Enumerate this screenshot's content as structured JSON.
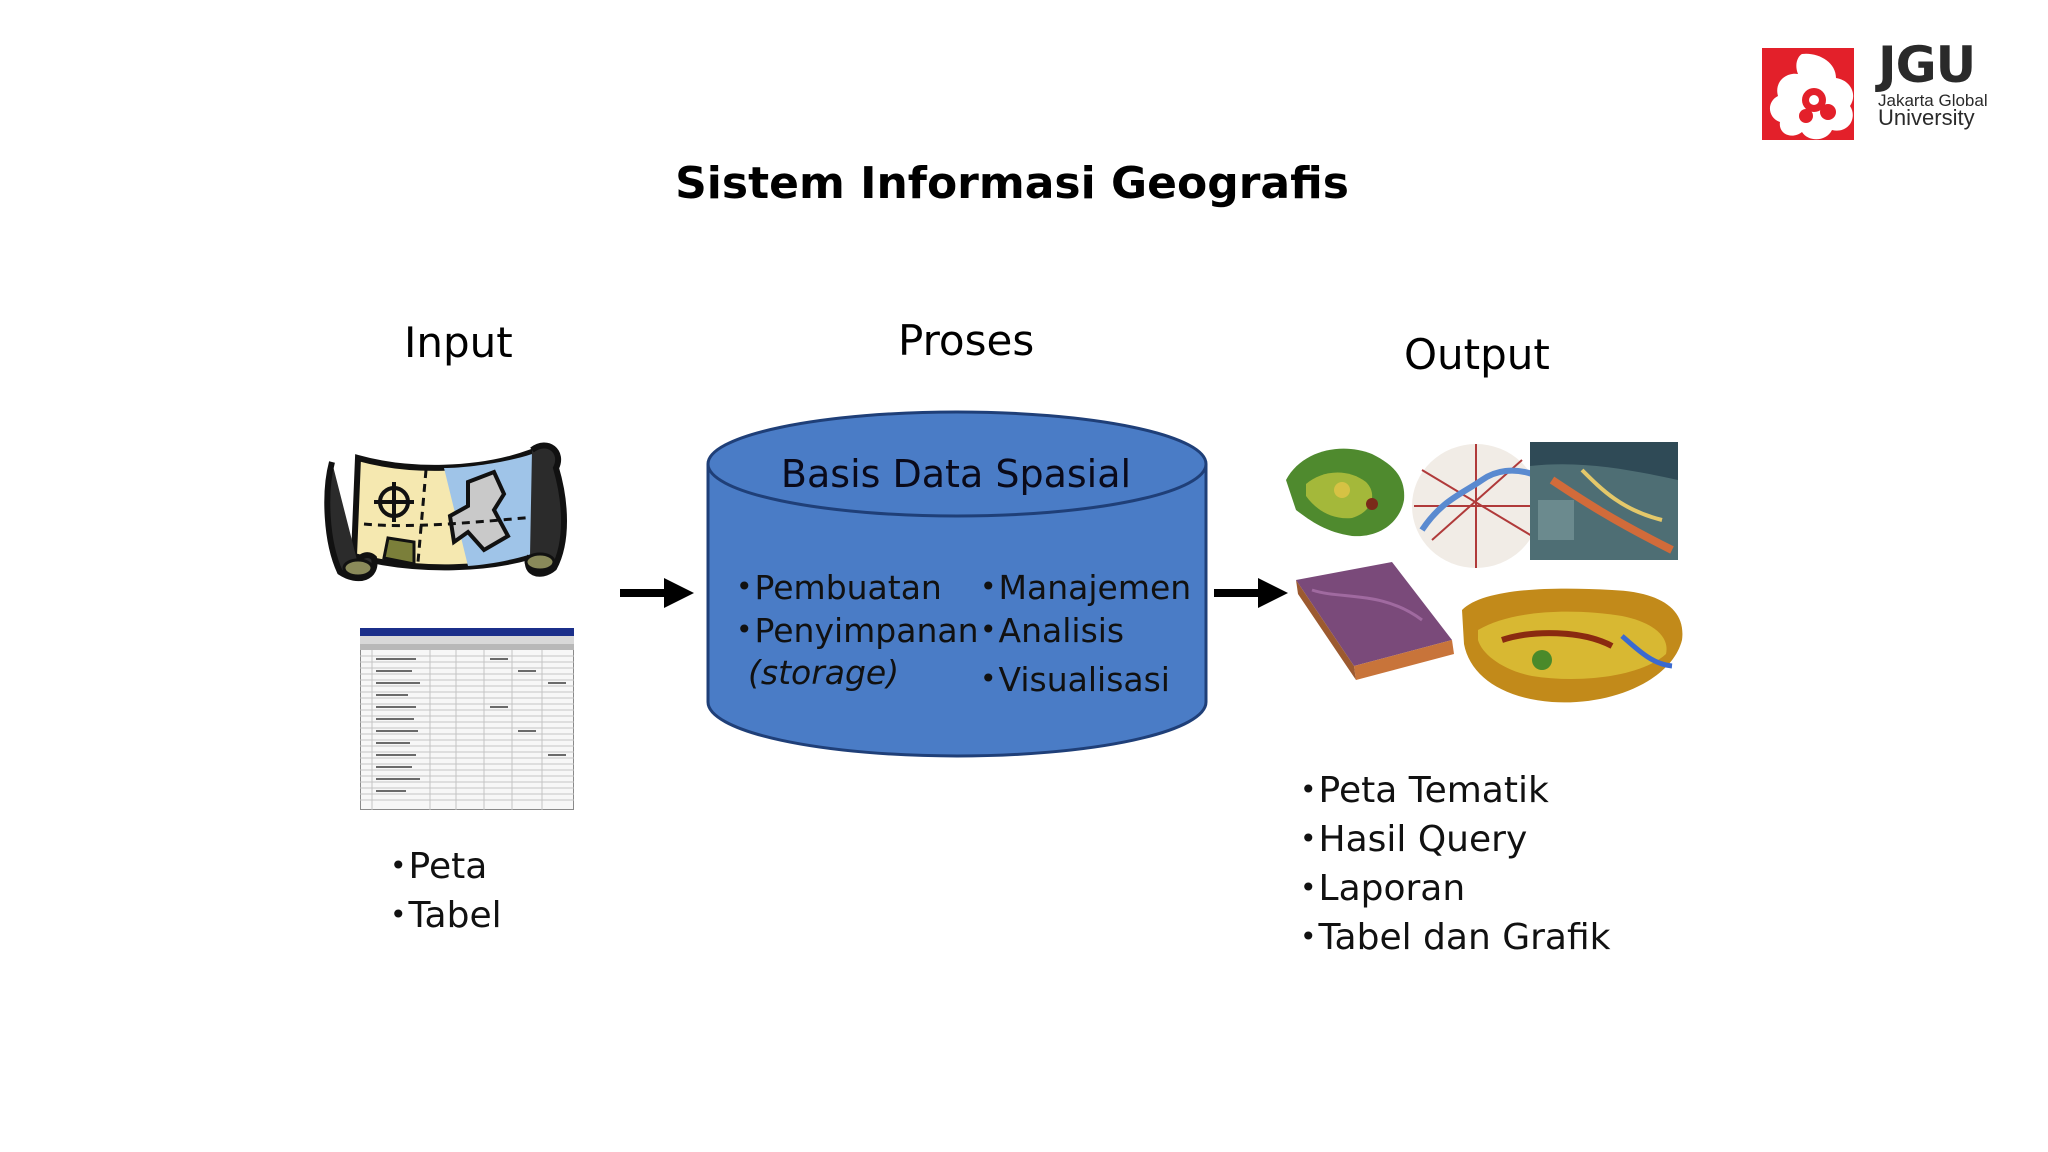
{
  "logo": {
    "abbr": "JGU",
    "line1": "Jakarta Global",
    "line2": "University",
    "brand_color": "#e3202a"
  },
  "title": "Sistem Informasi Geografis",
  "input": {
    "heading": "Input",
    "items": [
      "Peta",
      "Tabel"
    ]
  },
  "process": {
    "heading": "Proses",
    "database_label": "Basis Data Spasial",
    "items_left": [
      "Pembuatan",
      "Penyimpanan"
    ],
    "items_left_note": "(storage)",
    "items_right": [
      "Manajemen",
      "Analisis",
      "Visualisasi"
    ],
    "cylinder_color": "#4a7cc6"
  },
  "output": {
    "heading": "Output",
    "items": [
      "Peta Tematik",
      "Hasil Query",
      "Laporan",
      "Tabel dan Grafik"
    ]
  },
  "icons": {
    "map_scroll": "map-scroll-icon",
    "table": "table-screenshot-icon",
    "arrow": "arrow-right-icon",
    "output_maps": "output-maps-collage"
  }
}
